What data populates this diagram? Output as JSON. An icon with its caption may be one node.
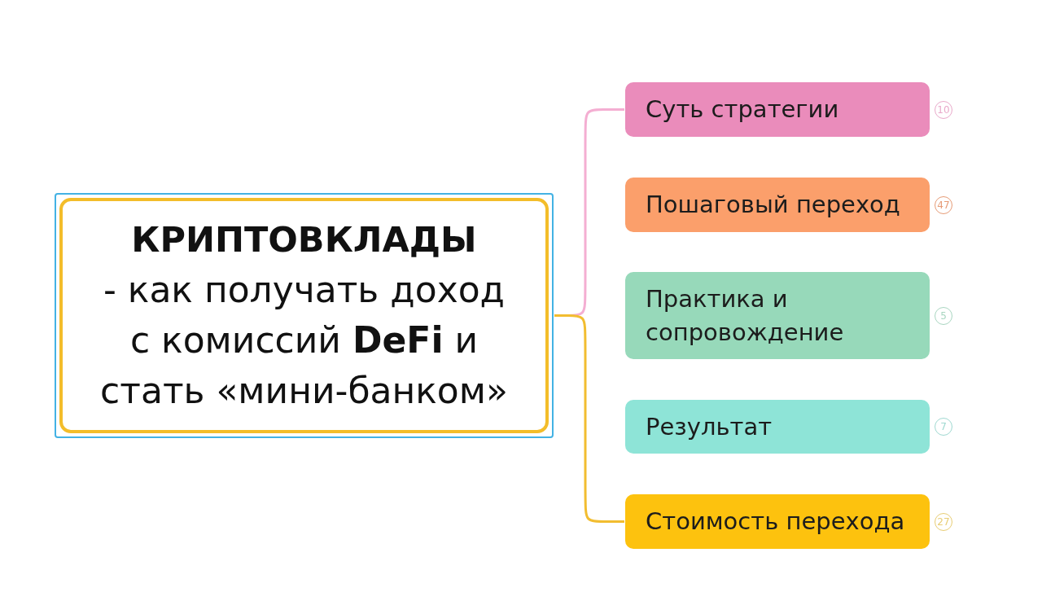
{
  "diagram": {
    "nodes": [
      {
        "text": [
          "КРИПТОВКЛАДЫ",
          "- как получать доход с комиссий **DeFi** и стать «мини-банком»"
        ]
      },
      {
        "text": [
          "Суть стратегии"
        ],
        "beside": [
          "10"
        ]
      },
      {
        "text": [
          "Пошаговый переход"
        ],
        "beside": [
          "47"
        ]
      },
      {
        "text": [
          "Практика и сопровождение"
        ],
        "beside": [
          "5"
        ]
      },
      {
        "text": [
          "Результат"
        ],
        "beside": [
          "7"
        ]
      },
      {
        "text": [
          "Стоимость перехода"
        ],
        "beside": [
          "27"
        ]
      }
    ],
    "edges": [
      {
        "from": 0,
        "to": 1,
        "arrow": "none",
        "color": "#f4aed2"
      },
      {
        "from": 0,
        "to": 5,
        "arrow": "none",
        "color": "#f2bd30"
      }
    ]
  }
}
